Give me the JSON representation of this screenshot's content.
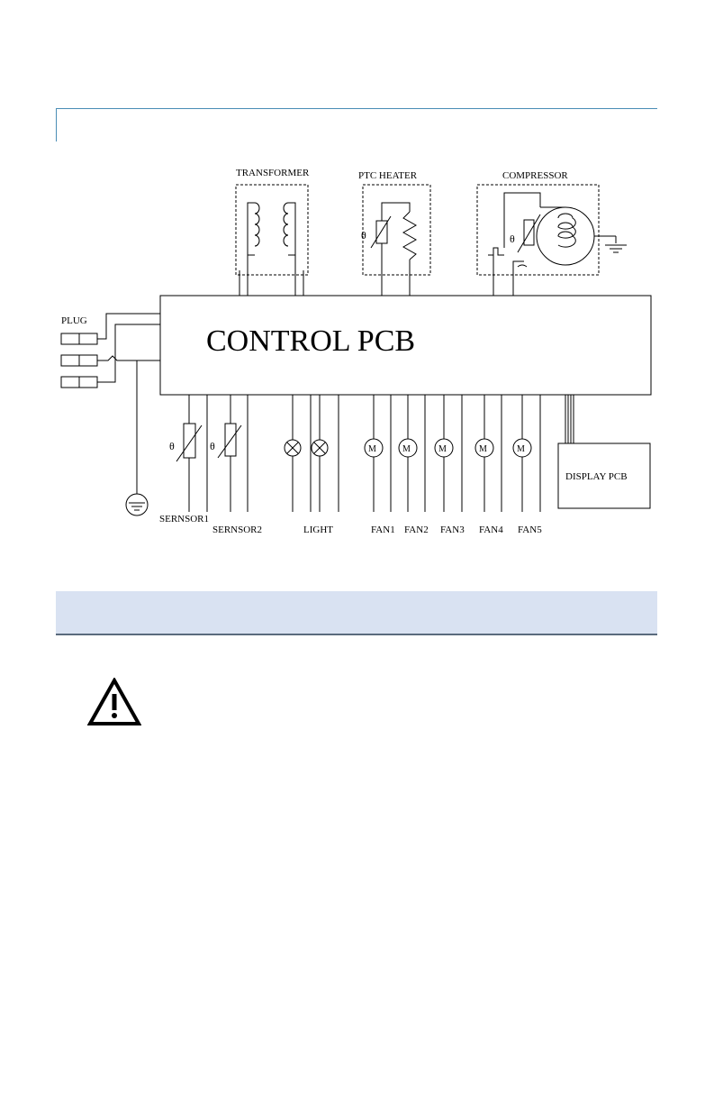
{
  "diagram": {
    "components": {
      "transformer": "TRANSFORMER",
      "ptc_heater": "PTC HEATER",
      "compressor": "COMPRESSOR",
      "control_pcb": "CONTROL PCB",
      "plug": "PLUG",
      "display_pcb": "DISPLAY PCB"
    },
    "bottom_labels": {
      "sensor1": "SERNSOR1",
      "sensor2": "SERNSOR2",
      "light": "LIGHT",
      "fan1": "FAN1",
      "fan2": "FAN2",
      "fan3": "FAN3",
      "fan4": "FAN4",
      "fan5": "FAN5"
    },
    "symbols": {
      "theta": "θ",
      "motor": "M"
    }
  },
  "icons": {
    "warning": "warning-icon"
  },
  "colors": {
    "header_rule": "#4a8db5",
    "band_fill": "#d9e2f2",
    "band_border": "#5a6b7d",
    "line": "#000000"
  }
}
